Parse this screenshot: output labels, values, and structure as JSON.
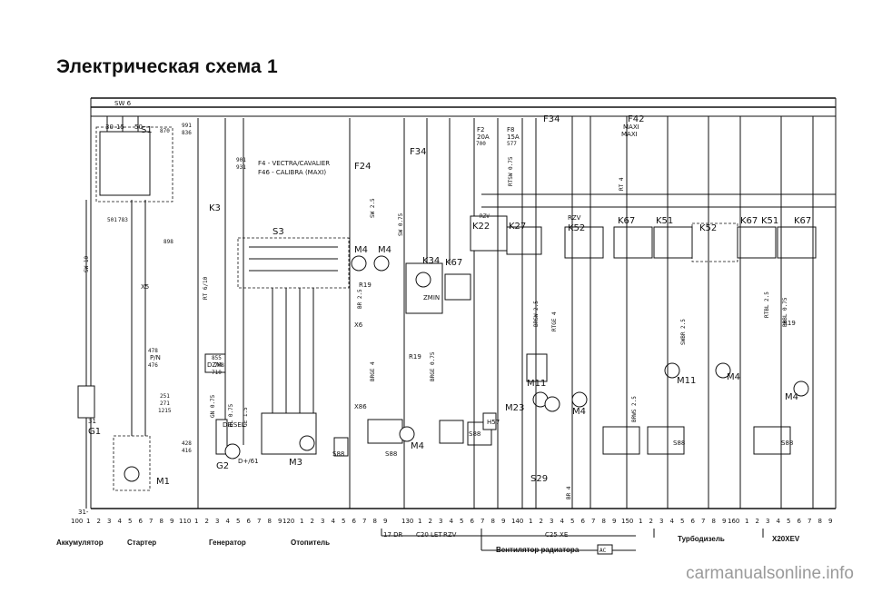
{
  "title": "Электрическая схема 1",
  "watermark": "carmanualsonline.info",
  "top_bus_label": "SW 6",
  "fuse_labels": [
    "F34",
    "F42",
    "F34",
    "F24",
    "F2",
    "F8"
  ],
  "fuse_ratings": [
    "20A",
    "15A",
    "MAXI"
  ],
  "relay_labels": [
    "K3",
    "K22",
    "K27",
    "K34",
    "K52",
    "K67",
    "K51",
    "K52",
    "K67",
    "K51",
    "K67",
    "K67"
  ],
  "motor_labels": [
    "M1",
    "M3",
    "M4",
    "M4",
    "M4",
    "M4",
    "M11",
    "M23",
    "M4",
    "M4",
    "M11"
  ],
  "component_labels": [
    "S1",
    "S3",
    "S29",
    "S88",
    "S88",
    "S88",
    "S88",
    "S88",
    "G1",
    "G2",
    "H57",
    "R19",
    "R19",
    "R19",
    "X5",
    "X6",
    "X86",
    "P/N",
    "DIESEL",
    "MAXI",
    "RZV",
    "ZMIN",
    "DZM"
  ],
  "connector_codes": [
    "501",
    "783",
    "991",
    "836",
    "901",
    "931",
    "870",
    "898",
    "478",
    "476",
    "251",
    "271",
    "1215",
    "428",
    "416",
    "708",
    "855",
    "710",
    "700",
    "577",
    "RZV"
  ],
  "notes": [
    "F4 - VECTRA/CAVALIER",
    "F46 - CALIBRA (MAXI)",
    "D+/61",
    "30",
    "15",
    "50",
    "31",
    "31-"
  ],
  "wire_labels": [
    "SW 10",
    "RT 6/10",
    "BR 2.5",
    "SW 2.5",
    "RT 4",
    "BR 4",
    "BRWS 2.5",
    "RTSW 0.75",
    "GN 0.75",
    "BL 0.75",
    "GE 1.5",
    "SW 0.75",
    "BRGE 0.75",
    "RTGE 4",
    "BRGE 4",
    "SWBR 2.5",
    "BRSW 2.5",
    "BRBL 0.75",
    "RTBL 2.5"
  ],
  "scale": {
    "start": "100",
    "markers": [
      "110",
      "120",
      "130",
      "140",
      "150",
      "160"
    ],
    "digits": [
      "1",
      "2",
      "3",
      "4",
      "5",
      "6",
      "7",
      "8",
      "9"
    ]
  },
  "footer": {
    "section_labels": [
      "Аккумулятор",
      "Стартер",
      "Генератор",
      "Отопитель",
      "Турбодизель",
      "X20XEV"
    ],
    "sub_labels": [
      "17 DR",
      "C20 LET",
      "RZV",
      "C25 XE"
    ],
    "bottom_center": "Вентилятор радиатора",
    "bottom_code": "AC"
  }
}
